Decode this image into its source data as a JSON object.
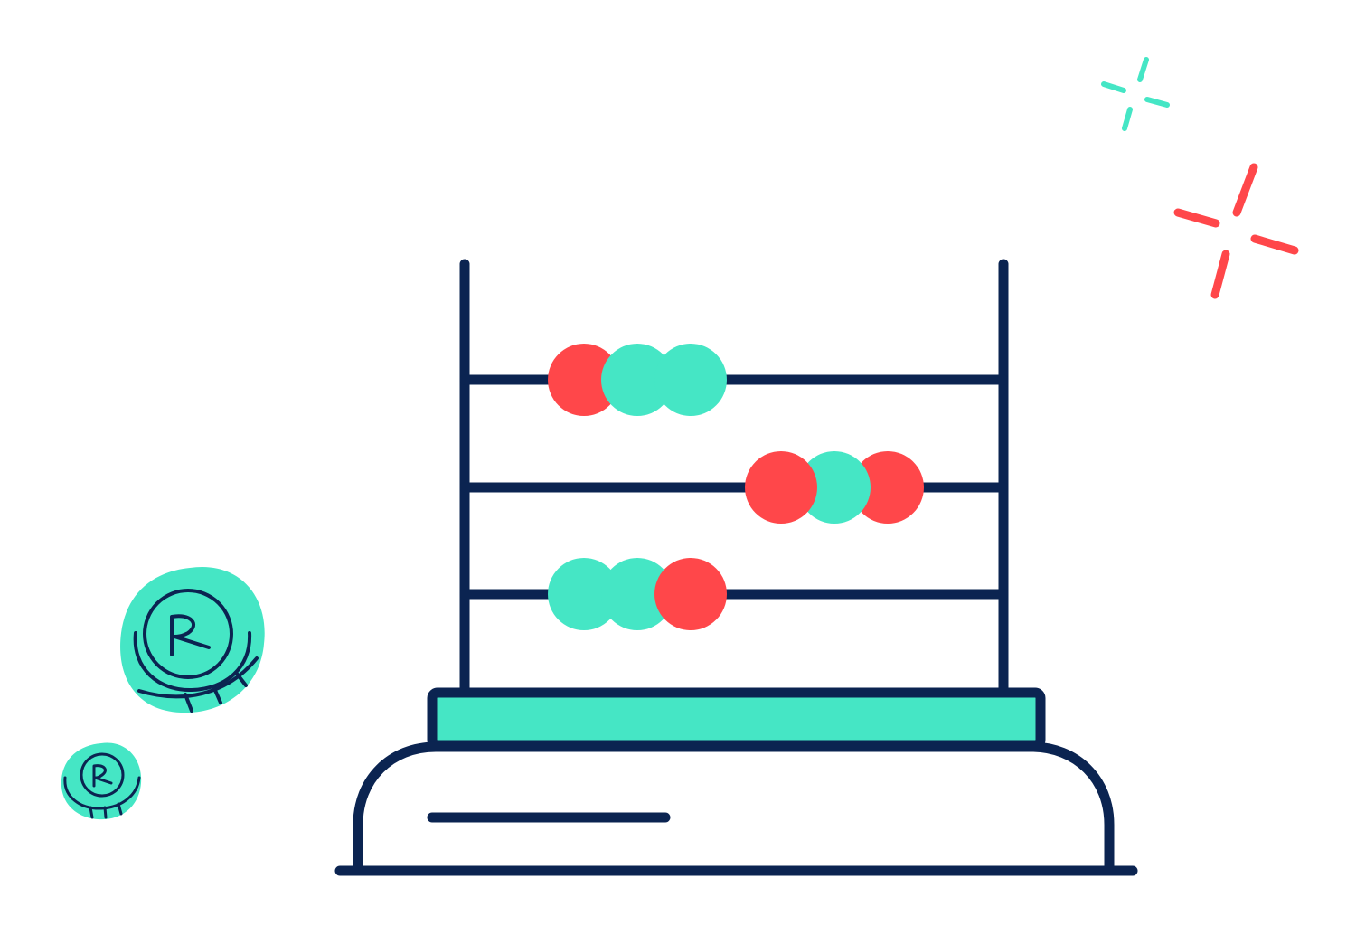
{
  "illustration": {
    "subject": "abacus-with-coins",
    "colors": {
      "outline": "#0b2451",
      "mint": "#45e6c5",
      "coral": "#ff474a",
      "background": "#ffffff"
    },
    "abacus": {
      "rods": [
        {
          "beads": [
            "coral",
            "mint",
            "mint"
          ]
        },
        {
          "beads": [
            "coral",
            "mint",
            "coral"
          ]
        },
        {
          "beads": [
            "mint",
            "mint",
            "coral"
          ]
        }
      ]
    },
    "coins": [
      {
        "name": "large-coin",
        "glyph": "R"
      },
      {
        "name": "small-coin",
        "glyph": "R"
      }
    ],
    "sparkles": [
      {
        "name": "mint-sparkle",
        "color": "mint"
      },
      {
        "name": "coral-sparkle",
        "color": "coral"
      }
    ]
  }
}
